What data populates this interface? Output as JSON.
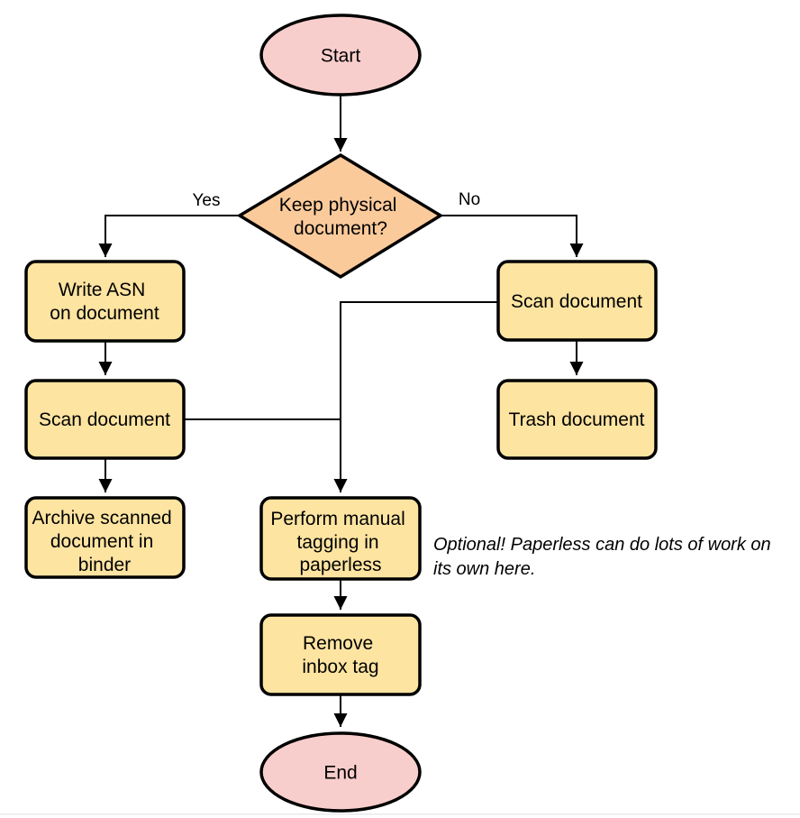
{
  "canvas": {
    "background": "#ffffff",
    "bottom_rule_color": "#e7e9eb"
  },
  "flowchart": {
    "colors": {
      "terminal_fill": "#F8CECC",
      "decision_fill": "#FBCA9B",
      "process_fill": "#FDE4A1",
      "stroke": "#000000"
    },
    "nodes": {
      "start": {
        "label": "Start"
      },
      "decision": {
        "line1": "Keep physical",
        "line2": "document?"
      },
      "write_asn": {
        "line1": "Write ASN",
        "line2": "on document"
      },
      "scan_left": {
        "label": "Scan document"
      },
      "archive": {
        "line1": "Archive scanned",
        "line2": "document in",
        "line3": "binder"
      },
      "scan_right": {
        "label": "Scan document"
      },
      "trash": {
        "label": "Trash document"
      },
      "tagging": {
        "line1": "Perform manual",
        "line2": "tagging in",
        "line3": "paperless"
      },
      "remove_inbox": {
        "line1": "Remove",
        "line2": "inbox tag"
      },
      "end": {
        "label": "End"
      }
    },
    "edge_labels": {
      "yes": "Yes",
      "no": "No"
    },
    "annotation": {
      "line1": "Optional! Paperless can do lots of work on",
      "line2": "its own here."
    }
  }
}
